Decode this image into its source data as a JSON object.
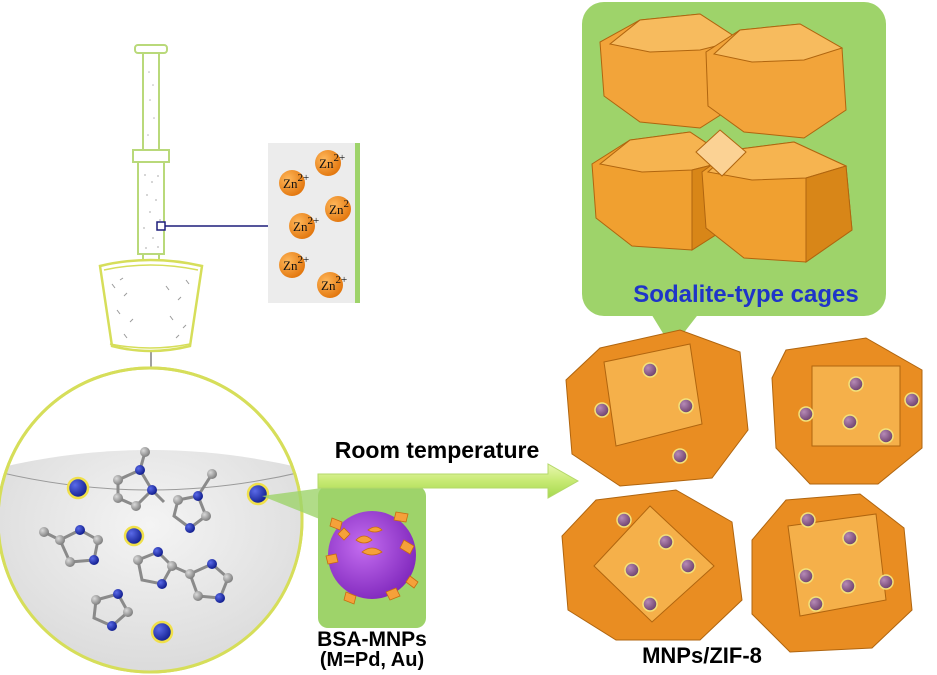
{
  "labels": {
    "sodalite": "Sodalite-type cages",
    "room_temperature": "Room temperature",
    "bsa_mnps": "BSA-MNPs",
    "metals": "(M=Pd, Au)",
    "product": "MNPs/ZIF-8"
  },
  "zinc_ions": [
    {
      "base": "Zn",
      "charge": "2+"
    },
    {
      "base": "Zn",
      "charge": "2+"
    },
    {
      "base": "Zn",
      "charge": "2"
    },
    {
      "base": "Zn",
      "charge": "2+"
    },
    {
      "base": "Zn",
      "charge": "2+"
    },
    {
      "base": "Zn",
      "charge": "2+"
    }
  ],
  "colors": {
    "callout_green": "#9ed36a",
    "syringe_outline": "#b9d97a",
    "flask_outline": "#d6de5a",
    "zinc_orange": "#f28a1e",
    "cage_orange": "#f0a030",
    "sodalite_text": "#1f35c8",
    "nanoparticle_purple": "#9b3ad6",
    "metal_dot": "#8a5a88"
  }
}
